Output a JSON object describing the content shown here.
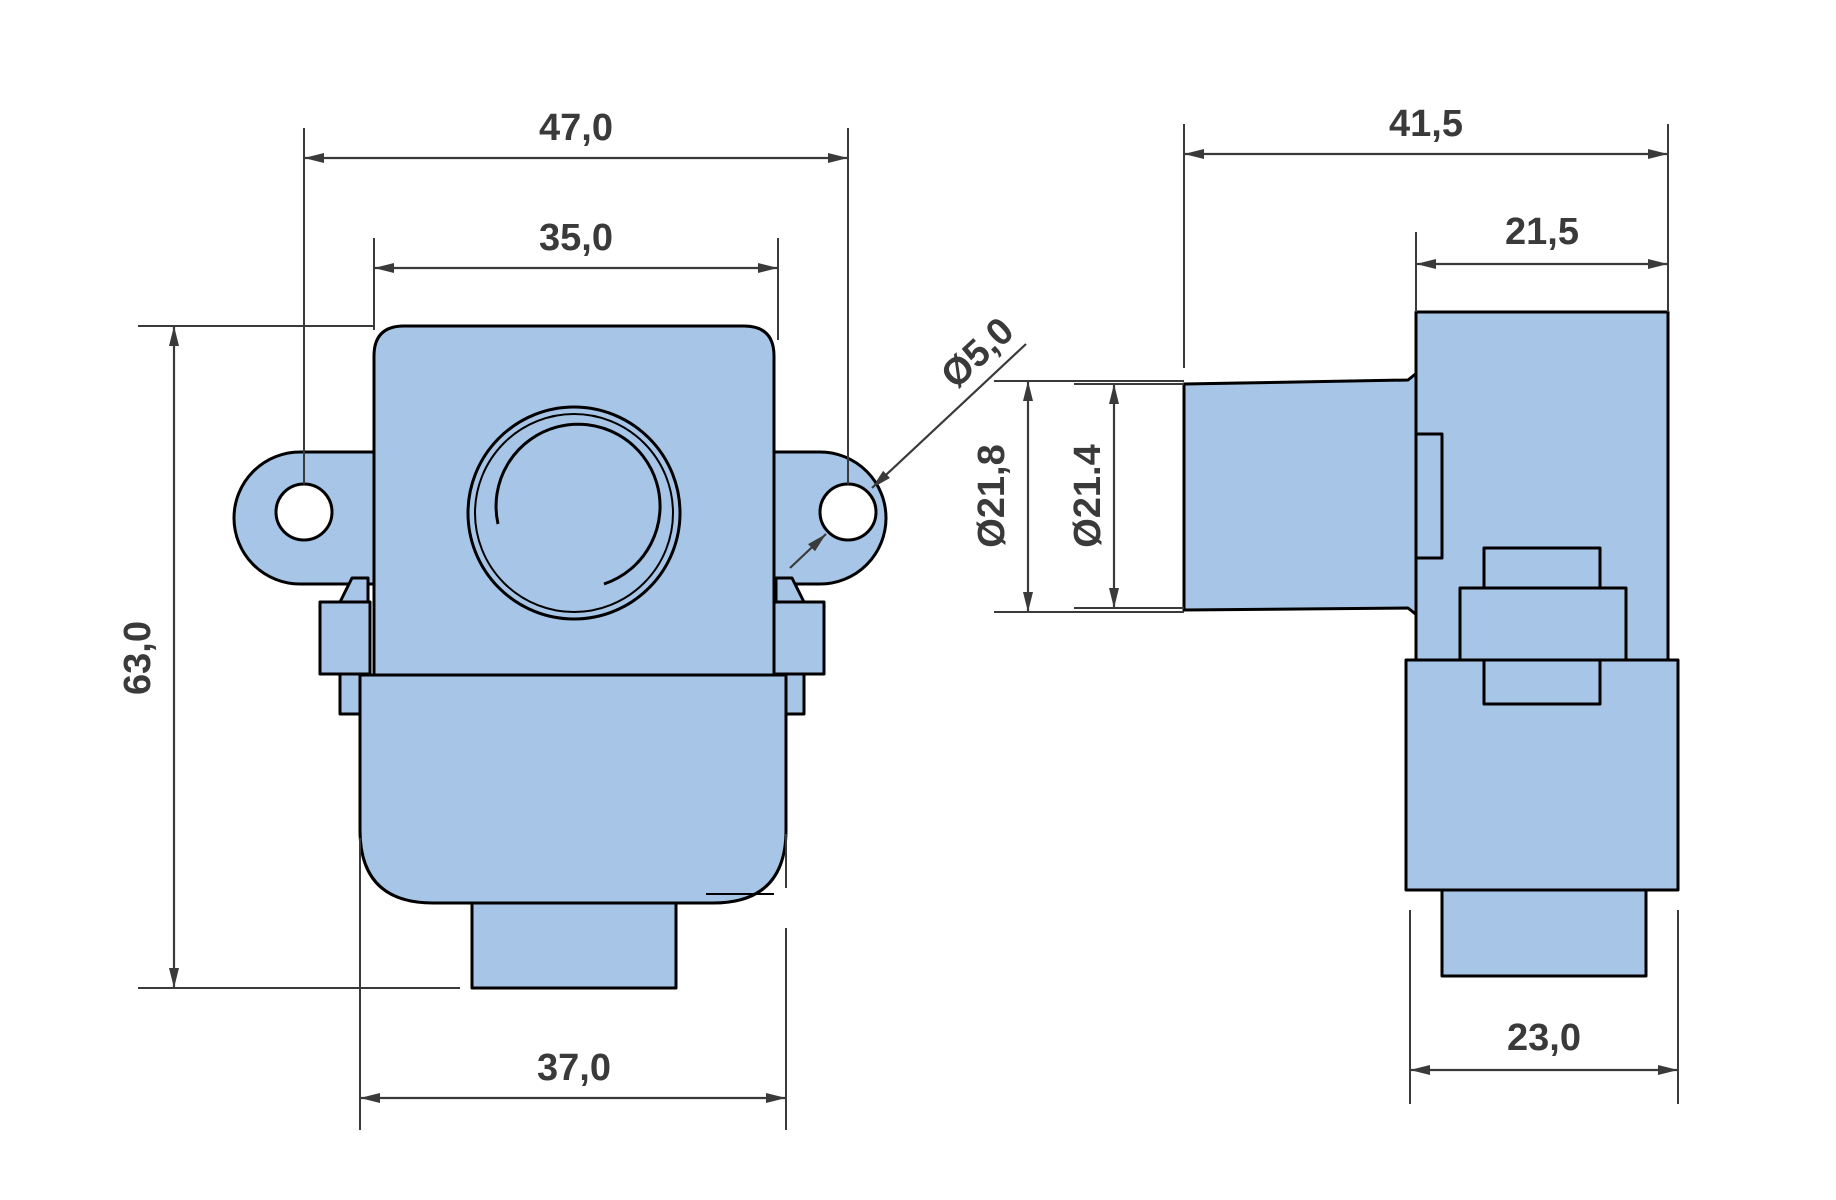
{
  "colors": {
    "part_fill": "#a7c5e7",
    "outline": "#000000",
    "dimension": "#3a3a3a",
    "background": "#ffffff"
  },
  "dimensions": {
    "front_overall_width": "47,0",
    "front_body_width": "35,0",
    "front_bottom_width": "37,0",
    "front_height": "63,0",
    "mount_hole_diameter": "Ø5,0",
    "side_overall_depth": "41,5",
    "side_body_depth": "21,5",
    "side_bottom_width": "23,0",
    "inlet_outer_diameter": "Ø21,8",
    "inlet_inner_diameter": "Ø21.4"
  }
}
